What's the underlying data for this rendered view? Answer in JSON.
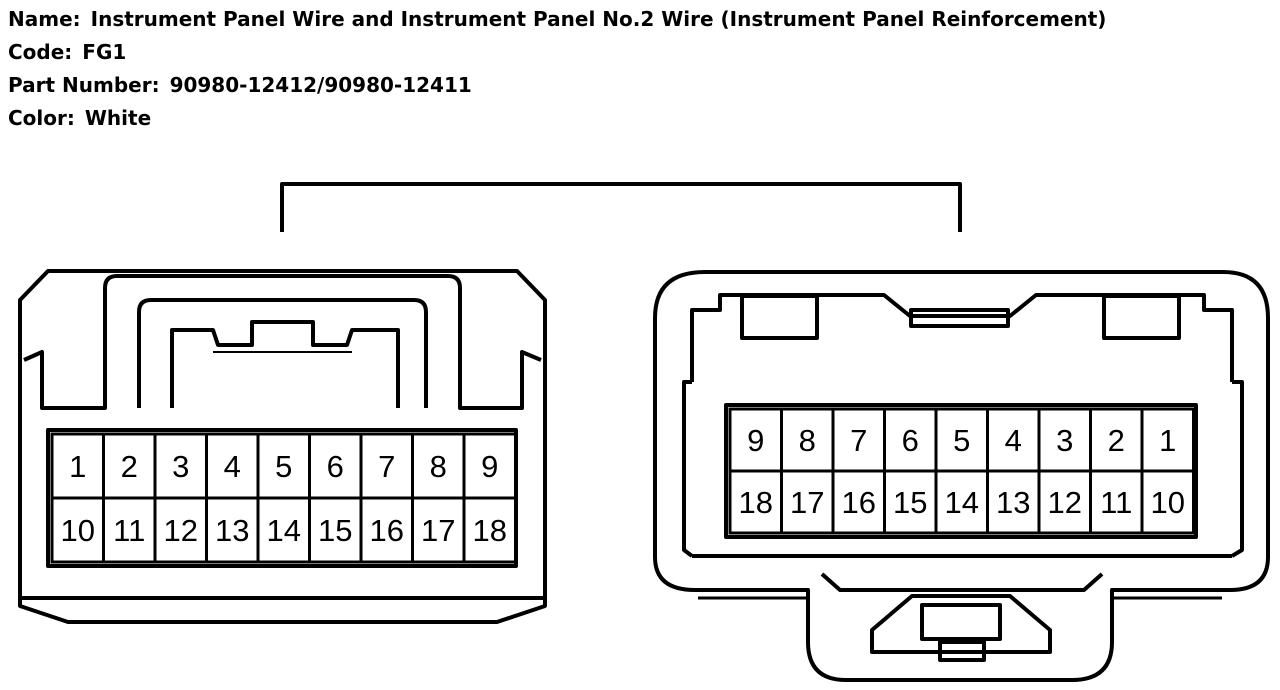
{
  "info": {
    "name_label": "Name:",
    "name_value": "Instrument Panel Wire and Instrument Panel No.2 Wire (Instrument Panel Reinforcement)",
    "code_label": "Code:",
    "code_value": "FG1",
    "part_label": "Part Number:",
    "part_value": "90980-12412/90980-12411",
    "color_label": "Color:",
    "color_value": "White"
  },
  "connectors": {
    "left": {
      "top_row": [
        "1",
        "2",
        "3",
        "4",
        "5",
        "6",
        "7",
        "8",
        "9"
      ],
      "bottom_row": [
        "10",
        "11",
        "12",
        "13",
        "14",
        "15",
        "16",
        "17",
        "18"
      ]
    },
    "right": {
      "top_row": [
        "9",
        "8",
        "7",
        "6",
        "5",
        "4",
        "3",
        "2",
        "1"
      ],
      "bottom_row": [
        "18",
        "17",
        "16",
        "15",
        "14",
        "13",
        "12",
        "11",
        "10"
      ]
    }
  }
}
